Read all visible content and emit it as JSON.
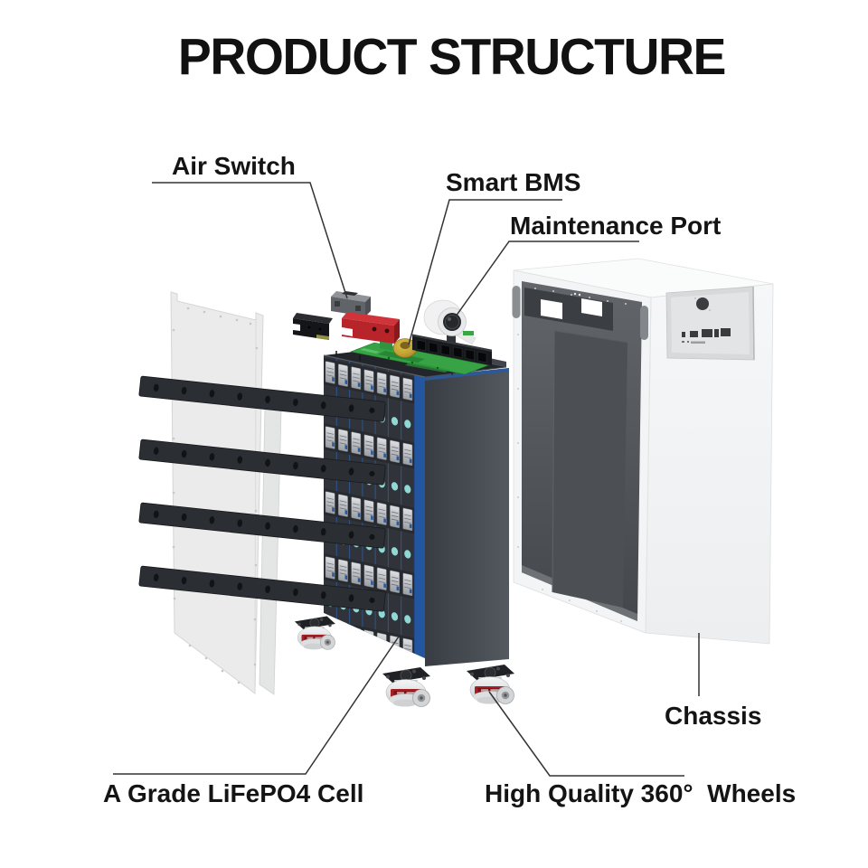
{
  "title": "PRODUCT STRUCTURE",
  "labels": {
    "air_switch": "Air Switch",
    "smart_bms": "Smart BMS",
    "maintenance_port": "Maintenance Port",
    "chassis": "Chassis",
    "cell": "A Grade LiFePO4 Cell",
    "wheels": "High Quality 360°  Wheels"
  },
  "colors": {
    "case_blue": "#2a5a9c",
    "cell_dot_cyan": "#8ed9d6",
    "pcb_green": "#37a344",
    "breaker_red": "#b72429",
    "caster_red": "#a32026",
    "chassis_white": "#f4f5f6",
    "metal_dark": "#2b2e32",
    "label_text": "#141414"
  }
}
